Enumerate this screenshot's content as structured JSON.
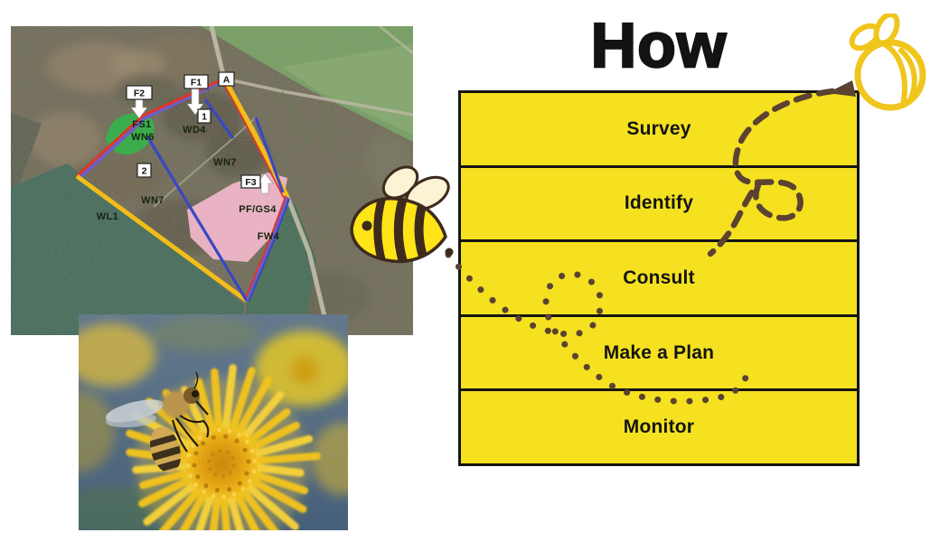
{
  "title": "How",
  "steps": [
    {
      "label": "Survey"
    },
    {
      "label": "Identify"
    },
    {
      "label": "Consult"
    },
    {
      "label": "Make a Plan"
    },
    {
      "label": "Monitor"
    }
  ],
  "map": {
    "markers": {
      "f2": "F2",
      "f1": "F1",
      "a": "A",
      "n1": "1",
      "n2": "2",
      "f3": "F3"
    },
    "areas": {
      "fs1": "FS1",
      "wn6": "WN6",
      "wd4": "WD4",
      "wn7_e": "WN7",
      "wn7_s": "WN7",
      "wl1": "WL1",
      "pfgs4": "PF/GS4",
      "fw4": "FW4"
    }
  },
  "colors": {
    "panel_yellow": "#f5e11f",
    "border_black": "#141414",
    "trail_brown": "#5b4232",
    "bee_outline_yellow": "#f0c51c",
    "bee_body_yellow": "#ffe417",
    "bee_stripe_brown": "#3d2a1d",
    "map_green_patch": "#35b44a",
    "map_pink_area": "#f3b9cd",
    "map_line_yellow": "#f2bd19",
    "map_line_red": "#e23425",
    "map_line_blue": "#3947c4",
    "map_line_purple": "#6f5ec2"
  }
}
